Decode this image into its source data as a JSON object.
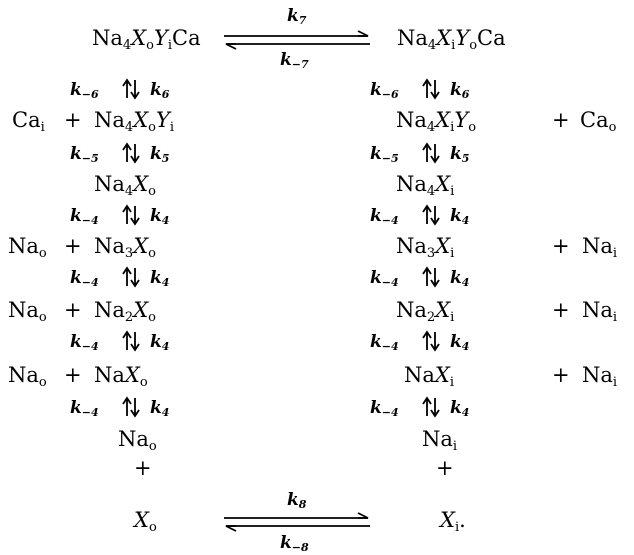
{
  "species": {
    "top_left": [
      [
        "Na",
        ""
      ],
      [
        "4",
        ""
      ],
      [
        "X",
        "i"
      ],
      [
        "o",
        ""
      ],
      [
        "Y",
        "i"
      ],
      [
        "i",
        ""
      ],
      [
        "Ca",
        ""
      ]
    ],
    "top_right": [
      [
        "Na",
        ""
      ],
      [
        "4",
        ""
      ],
      [
        "X",
        "i"
      ],
      [
        "i",
        ""
      ],
      [
        "Y",
        "i"
      ],
      [
        "o",
        ""
      ],
      [
        "Ca",
        ""
      ]
    ],
    "ca_i": "Ca",
    "ca_i_sub": "i",
    "ca_o": "Ca",
    "ca_o_sub": "o",
    "na_o": "Na",
    "na_o_sub": "o",
    "na_i": "Na",
    "na_i_sub": "i",
    "plus": "+",
    "x_o": "X",
    "x_o_sub": "o",
    "x_i": "X",
    "x_i_sub": "i",
    "x_i_period": "."
  },
  "rates": {
    "k": "k",
    "k7": "7",
    "k_7": "−7",
    "k6": "6",
    "k_6": "−6",
    "k5": "5",
    "k_5": "−5",
    "k4": "4",
    "k_4": "−4",
    "k8": "8",
    "k_8": "−8"
  },
  "left_column": [
    {
      "base": "Na",
      "n": "4",
      "x": "X",
      "xs": "o",
      "y": "Y",
      "ys": "i"
    },
    {
      "base": "Na",
      "n": "4",
      "x": "X",
      "xs": "o"
    },
    {
      "base": "Na",
      "n": "3",
      "x": "X",
      "xs": "o"
    },
    {
      "base": "Na",
      "n": "2",
      "x": "X",
      "xs": "o"
    },
    {
      "base": "Na",
      "n": "",
      "x": "X",
      "xs": "o"
    }
  ],
  "right_column": [
    {
      "base": "Na",
      "n": "4",
      "x": "X",
      "xs": "i",
      "y": "Y",
      "ys": "o"
    },
    {
      "base": "Na",
      "n": "4",
      "x": "X",
      "xs": "i"
    },
    {
      "base": "Na",
      "n": "3",
      "x": "X",
      "xs": "i"
    },
    {
      "base": "Na",
      "n": "2",
      "x": "X",
      "xs": "i"
    },
    {
      "base": "Na",
      "n": "",
      "x": "X",
      "xs": "i"
    }
  ]
}
